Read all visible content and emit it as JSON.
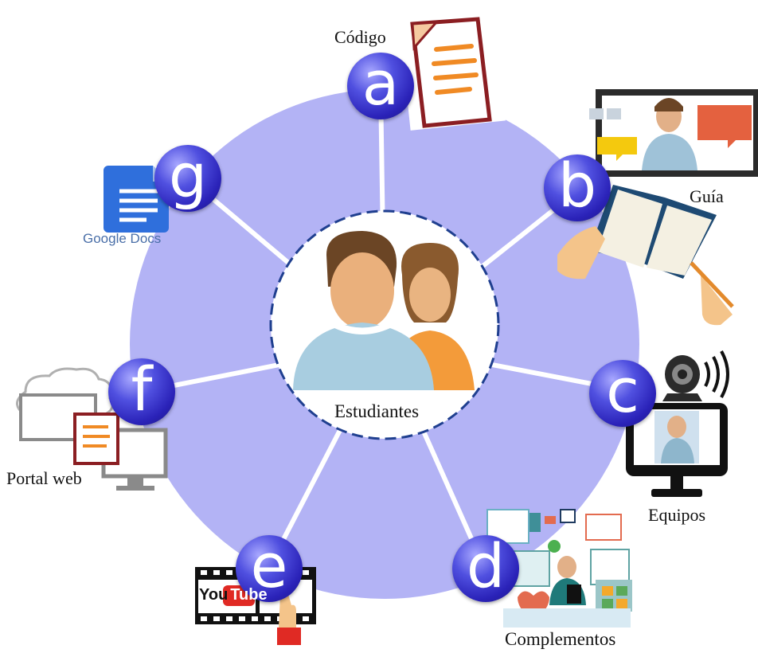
{
  "center": {
    "label": "Estudiantes"
  },
  "nodes": [
    {
      "letter": "a",
      "label": "Código",
      "icon": "document-icon"
    },
    {
      "letter": "b",
      "label": "Guía",
      "icon": "video-guide-icon"
    },
    {
      "letter": "c",
      "label": "Equipos",
      "icon": "webcam-monitor-icon"
    },
    {
      "letter": "d",
      "label": "Complementos",
      "icon": "apps-workspace-icon"
    },
    {
      "letter": "e",
      "label": "",
      "icon": "youtube-icon"
    },
    {
      "letter": "f",
      "label": "Portal web",
      "icon": "web-portal-icon"
    },
    {
      "letter": "g",
      "label": "",
      "icon": "google-docs-icon"
    }
  ],
  "logos": {
    "google_docs": "Google Docs",
    "youtube_you": "You",
    "youtube_tube": "Tube"
  },
  "colors": {
    "ring": "#b3b3f5",
    "node": "#3a2fd0",
    "spoke": "#ffffff",
    "center_border": "#1f3f8f"
  }
}
